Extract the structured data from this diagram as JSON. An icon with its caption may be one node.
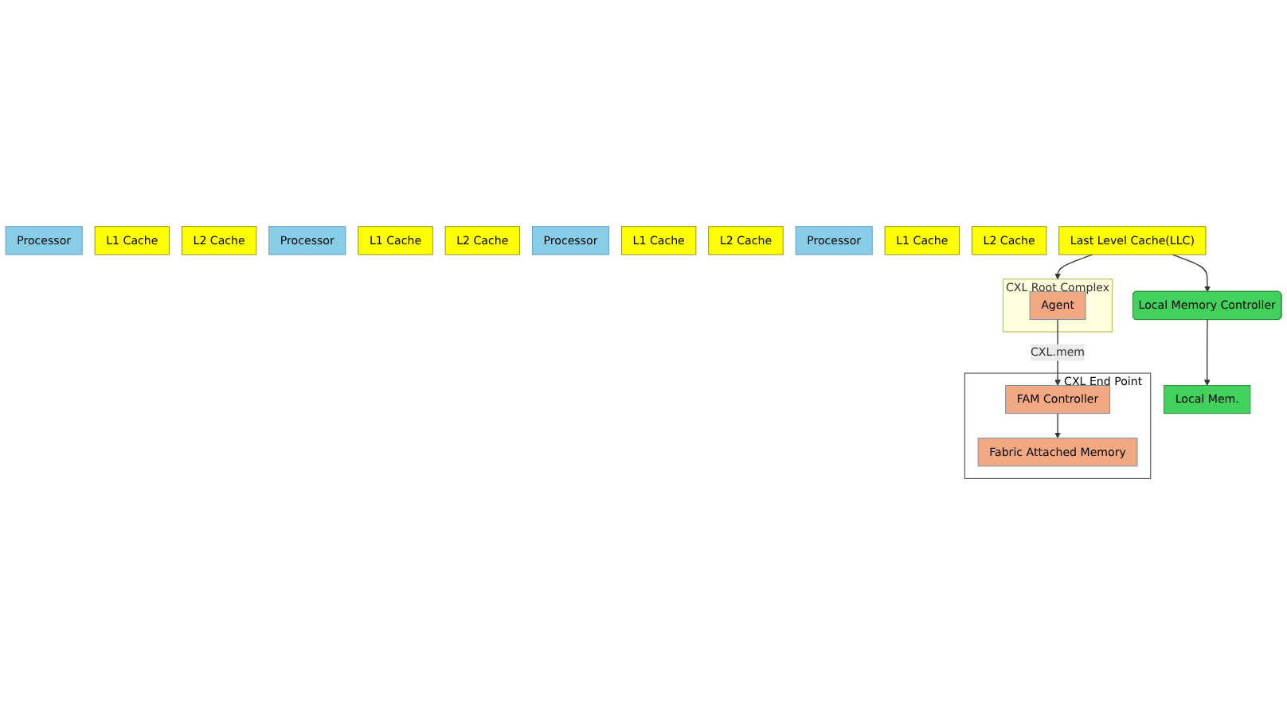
{
  "diagram": {
    "nodes": [
      {
        "text": [
          "Processor"
        ]
      },
      {
        "text": [
          "L1 Cache"
        ]
      },
      {
        "text": [
          "L2 Cache"
        ]
      },
      {
        "text": [
          "Processor"
        ]
      },
      {
        "text": [
          "L1 Cache"
        ]
      },
      {
        "text": [
          "L2 Cache"
        ]
      },
      {
        "text": [
          "Processor"
        ]
      },
      {
        "text": [
          "L1 Cache"
        ]
      },
      {
        "text": [
          "L2 Cache"
        ]
      },
      {
        "text": [
          "Processor"
        ]
      },
      {
        "text": [
          "L1 Cache"
        ]
      },
      {
        "text": [
          "L2 Cache"
        ]
      },
      {
        "text": [
          "Last Level Cache(LLC)"
        ]
      },
      {
        "text": [
          "Local Memory Controller"
        ]
      },
      {
        "text": [
          "Local Mem."
        ]
      },
      {
        "text": [
          "CXL Root Complex"
        ]
      },
      {
        "text": [
          "Agent"
        ],
        "in": 15
      },
      {
        "text": [
          "CXL End Point"
        ]
      },
      {
        "text": [
          "FAM Controller"
        ],
        "in": 17
      },
      {
        "text": [
          "Fabric Attached Memory"
        ],
        "in": 17
      }
    ],
    "edges": [
      {
        "from": 12,
        "to": 13,
        "arrow": "to"
      },
      {
        "from": 12,
        "to": 15,
        "arrow": "to"
      },
      {
        "from": 13,
        "to": 14,
        "arrow": "to"
      },
      {
        "from": 16,
        "to": 18,
        "arrow": "to",
        "label": "CXL.mem"
      },
      {
        "from": 18,
        "to": 19,
        "arrow": "to"
      }
    ]
  }
}
